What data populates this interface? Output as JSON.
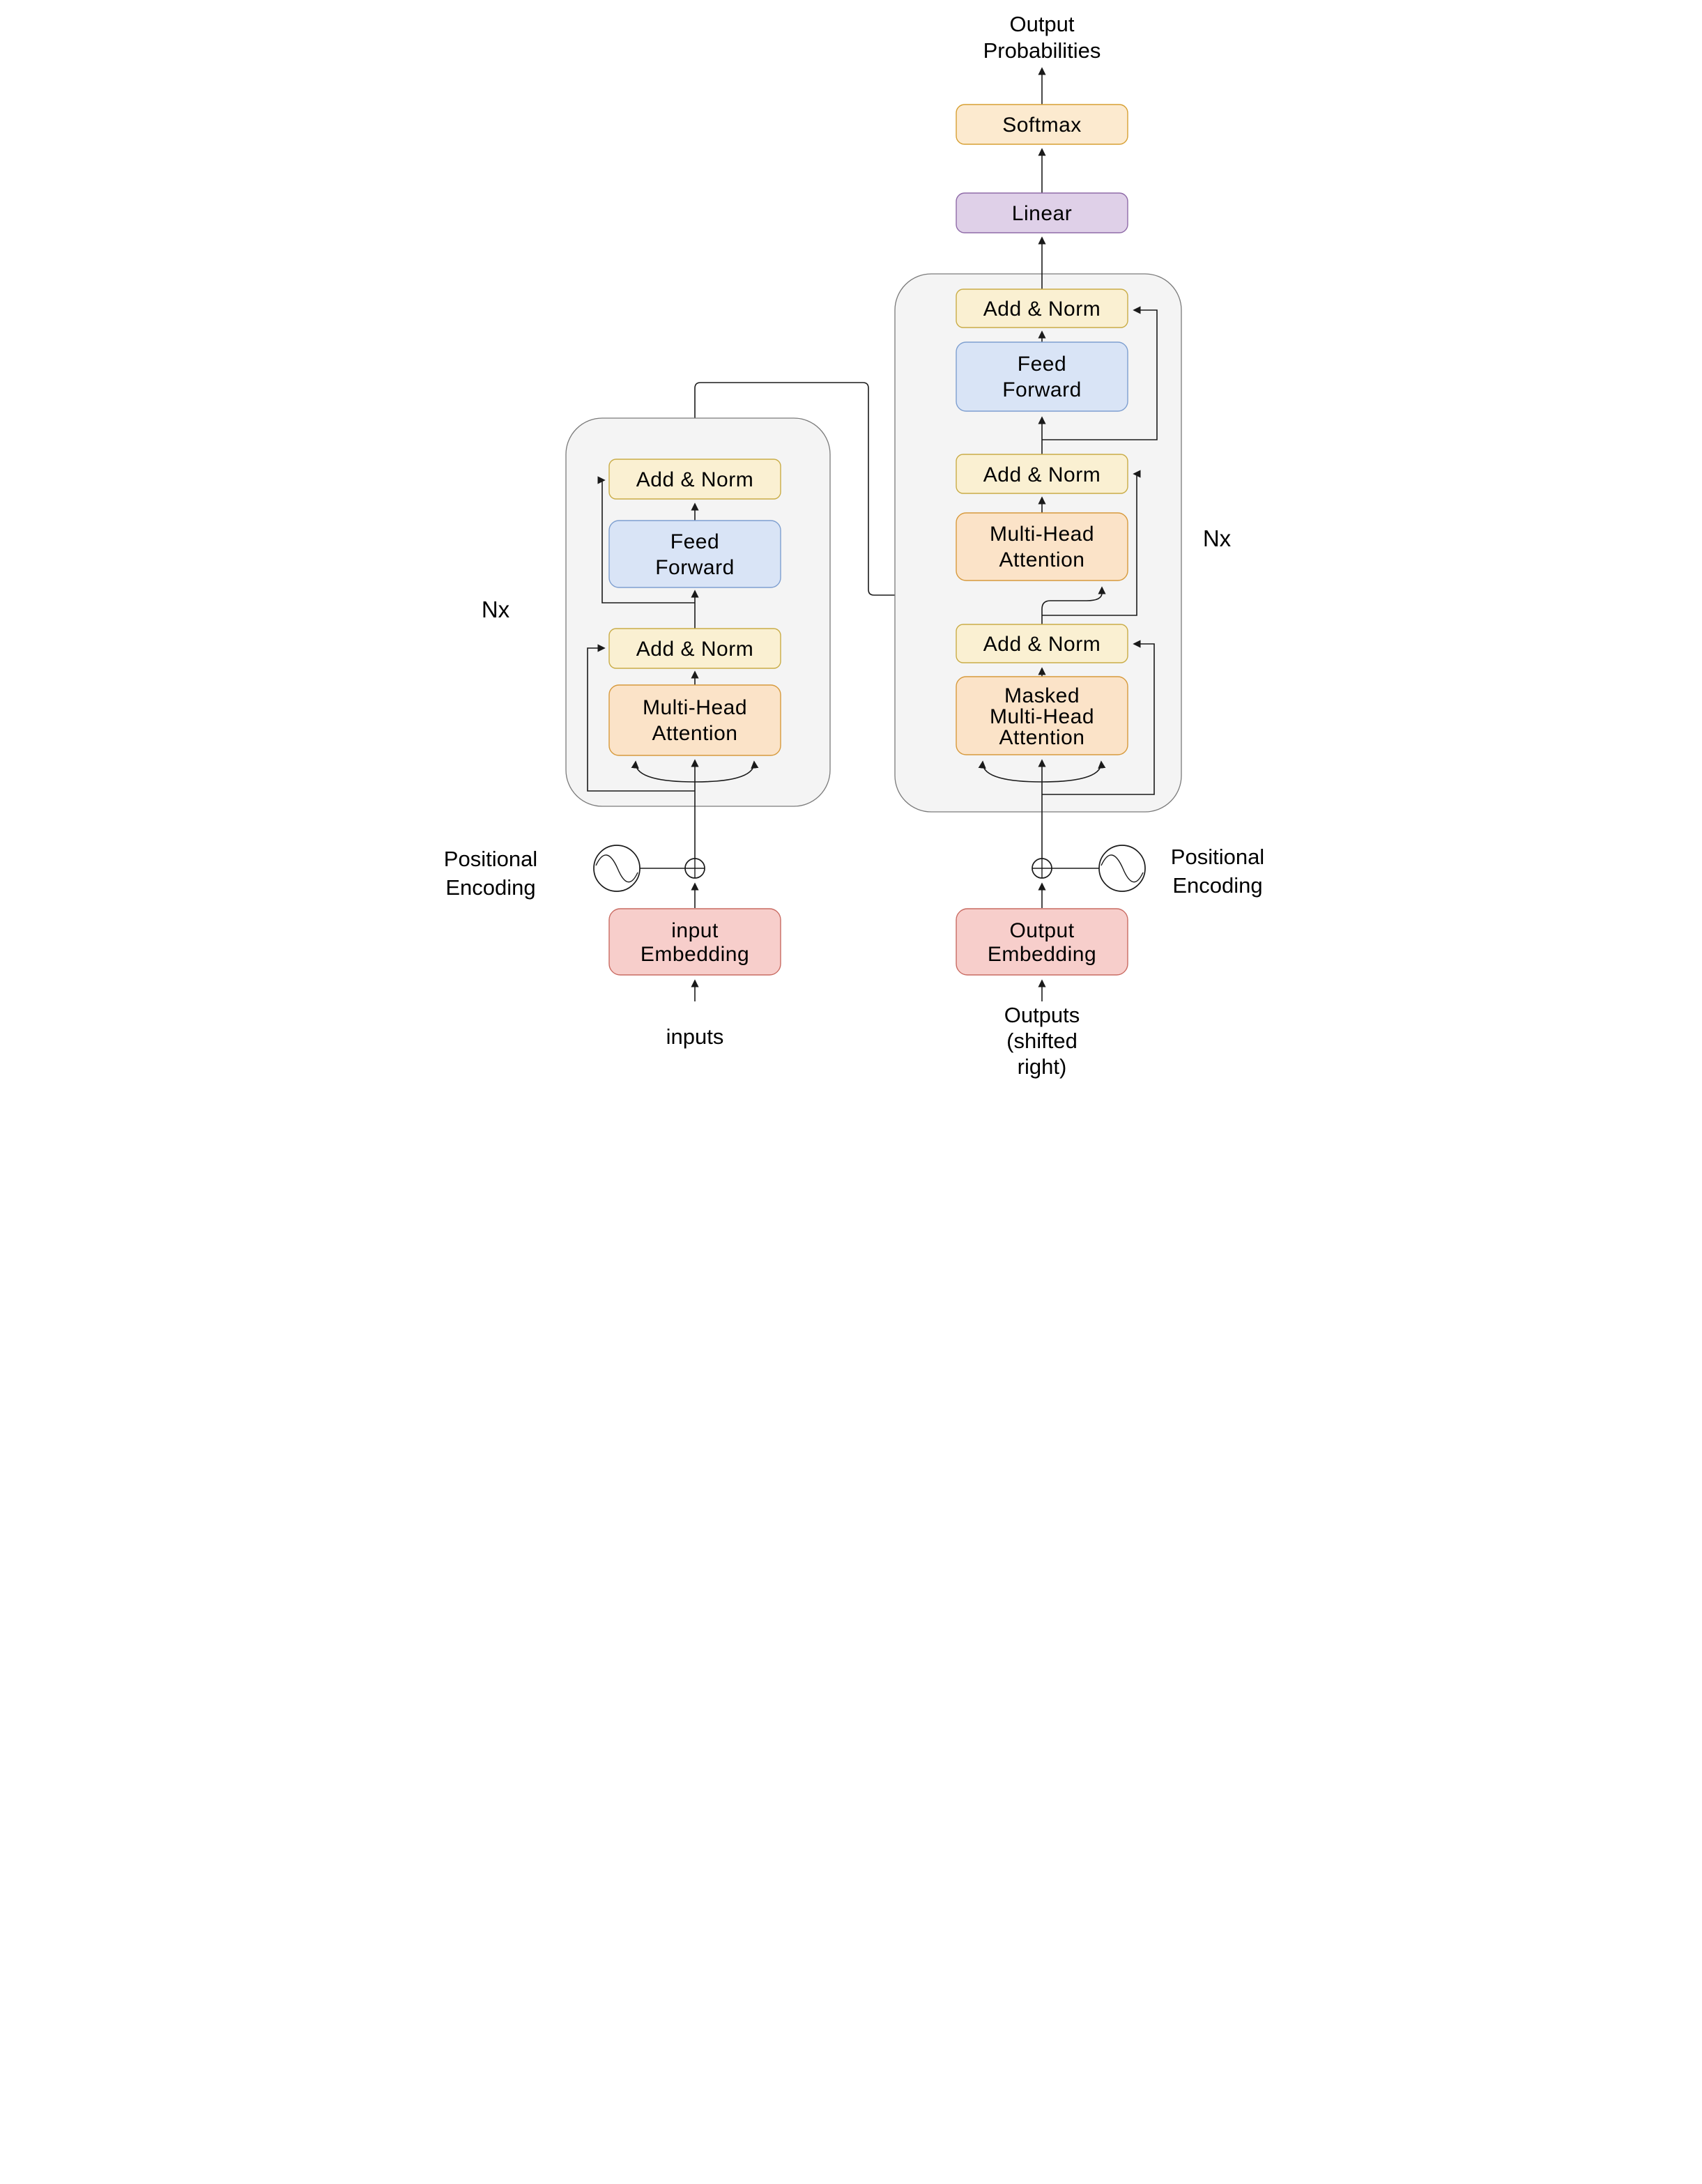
{
  "diagram": {
    "name": "transformer-architecture",
    "labels": {
      "output_probabilities": [
        "Output",
        "Probabilities"
      ],
      "softmax": "Softmax",
      "linear": "Linear",
      "add_norm": "Add & Norm",
      "feed_forward": [
        "Feed",
        "Forward"
      ],
      "multi_head_attention": [
        "Multi-Head",
        "Attention"
      ],
      "masked_multi_head_attention": [
        "Masked",
        "Multi-Head",
        "Attention"
      ],
      "input_embedding": [
        "input",
        "Embedding"
      ],
      "output_embedding": [
        "Output",
        "Embedding"
      ],
      "positional_encoding": [
        "Positional",
        "Encoding"
      ],
      "inputs": "inputs",
      "outputs_shifted_right": [
        "Outputs",
        "(shifted",
        "right)"
      ],
      "nx": "Nx"
    },
    "colors": {
      "add_norm_fill": "#FAF0D2",
      "add_norm_stroke": "#C9AC46",
      "attention_fill": "#FBE3C8",
      "attention_stroke": "#D79A3C",
      "feed_forward_fill": "#D9E4F6",
      "feed_forward_stroke": "#7E9FD0",
      "softmax_fill": "#FCEACF",
      "softmax_stroke": "#D7A033",
      "linear_fill": "#DFD0E8",
      "linear_stroke": "#8F6BA8",
      "embedding_fill": "#F7CECB",
      "embedding_stroke": "#C96B62",
      "container_fill": "#F4F4F4",
      "container_stroke": "#7A7A7A",
      "line_color": "#1A1A1A",
      "background": "#FFFFFF",
      "text_color": "#000000"
    }
  }
}
